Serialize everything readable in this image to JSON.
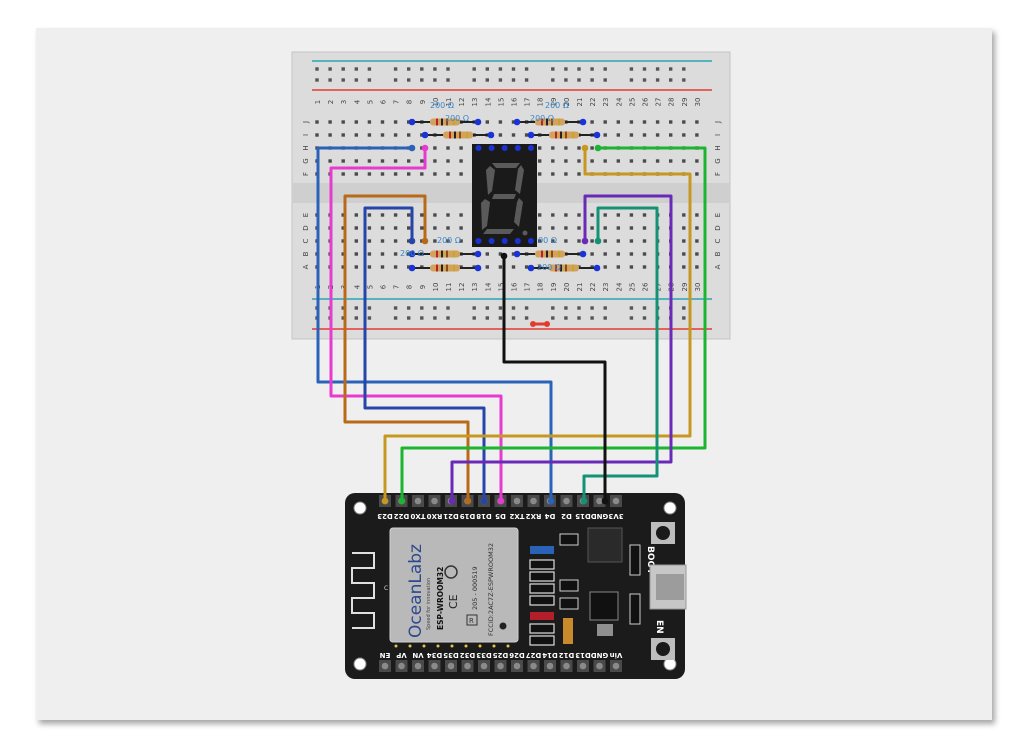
{
  "breadboard": {
    "columns": [
      "1",
      "2",
      "3",
      "4",
      "5",
      "6",
      "7",
      "8",
      "9",
      "10",
      "11",
      "12",
      "13",
      "14",
      "15",
      "16",
      "17",
      "18",
      "19",
      "20",
      "21",
      "22",
      "23",
      "24",
      "25",
      "26",
      "27",
      "28",
      "29",
      "30"
    ],
    "rows_top": [
      "J",
      "I",
      "H",
      "G",
      "F"
    ],
    "rows_bottom": [
      "E",
      "D",
      "C",
      "B",
      "A"
    ]
  },
  "resistors": [
    {
      "label": "200 Ω"
    },
    {
      "label": "200 Ω"
    },
    {
      "label": "200 Ω"
    },
    {
      "label": "200 Ω"
    },
    {
      "label": "200 Ω"
    },
    {
      "label": "200 Ω"
    },
    {
      "label": "200 Ω"
    },
    {
      "label": "200 Ω"
    }
  ],
  "display": {
    "digit": "8"
  },
  "board": {
    "top_pins": [
      "D23",
      "D22",
      "TX0",
      "RX0",
      "D21",
      "D19",
      "D18",
      "D5",
      "TX2",
      "RX2",
      "D4",
      "D2",
      "D15",
      "GND",
      "3V3"
    ],
    "bottom_pins": [
      "EN",
      "VP",
      "VN",
      "D34",
      "D35",
      "D32",
      "D33",
      "D25",
      "D26",
      "D27",
      "D14",
      "D12",
      "D13",
      "GND",
      "Vin"
    ],
    "button_boot": "BOOT",
    "button_en": "EN",
    "module_brand": "OceanLabz",
    "module_tagline": "Speed for innovation",
    "module_model": "ESP-WROOM32",
    "module_cert": "205 - 000519",
    "module_fcc": "FCCID:2AC7Z-ESPWROOM32",
    "module_ce": "CE",
    "module_r": "R",
    "antenna_mark": "C"
  },
  "colors": {
    "blue": "#2a62b8",
    "magenta": "#e83ad1",
    "brown": "#b86a18",
    "navy": "#2645a8",
    "gold": "#c7981f",
    "green": "#1bb530",
    "purple": "#6a2ab8",
    "teal": "#139276",
    "black": "#111111"
  }
}
